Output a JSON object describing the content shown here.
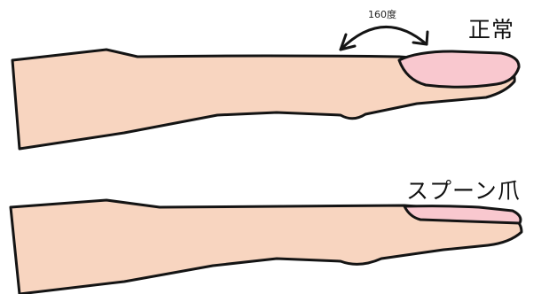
{
  "labels": {
    "normal": "正常",
    "spoon": "スプーン爪",
    "angle": "160度"
  },
  "colors": {
    "skin": "#f8d5c0",
    "nail": "#f9c8cf",
    "outline": "#141414"
  }
}
